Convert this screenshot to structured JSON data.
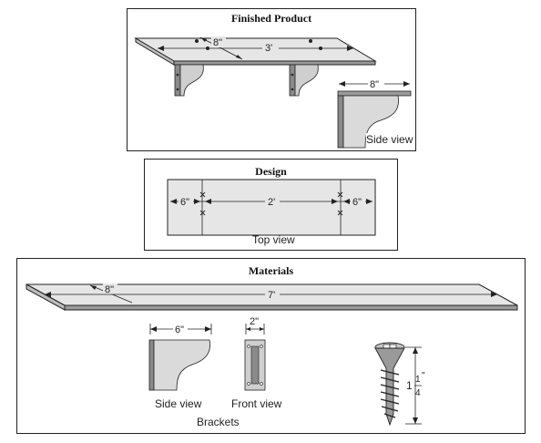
{
  "finished_product": {
    "title": "Finished Product",
    "dim_depth": "8\"",
    "dim_length": "3'",
    "side_dim": "8\"",
    "side_caption": "Side view"
  },
  "design": {
    "title": "Design",
    "left_dim": "6\"",
    "middle_dim": "2'",
    "right_dim": "6\"",
    "caption": "Top view"
  },
  "materials": {
    "title": "Materials",
    "board_depth": "8\"",
    "board_length": "7'",
    "bracket_side_dim": "6\"",
    "bracket_front_dim": "2\"",
    "side_caption": "Side view",
    "front_caption": "Front view",
    "group_caption": "Brackets",
    "screw_whole": "1",
    "screw_num": "1",
    "screw_den": "4",
    "screw_unit": "\""
  },
  "colors": {
    "line": "#222222",
    "fill_light": "#e6e6e6",
    "fill_mid": "#c8c8c8",
    "fill_dark": "#8a8a8a"
  }
}
